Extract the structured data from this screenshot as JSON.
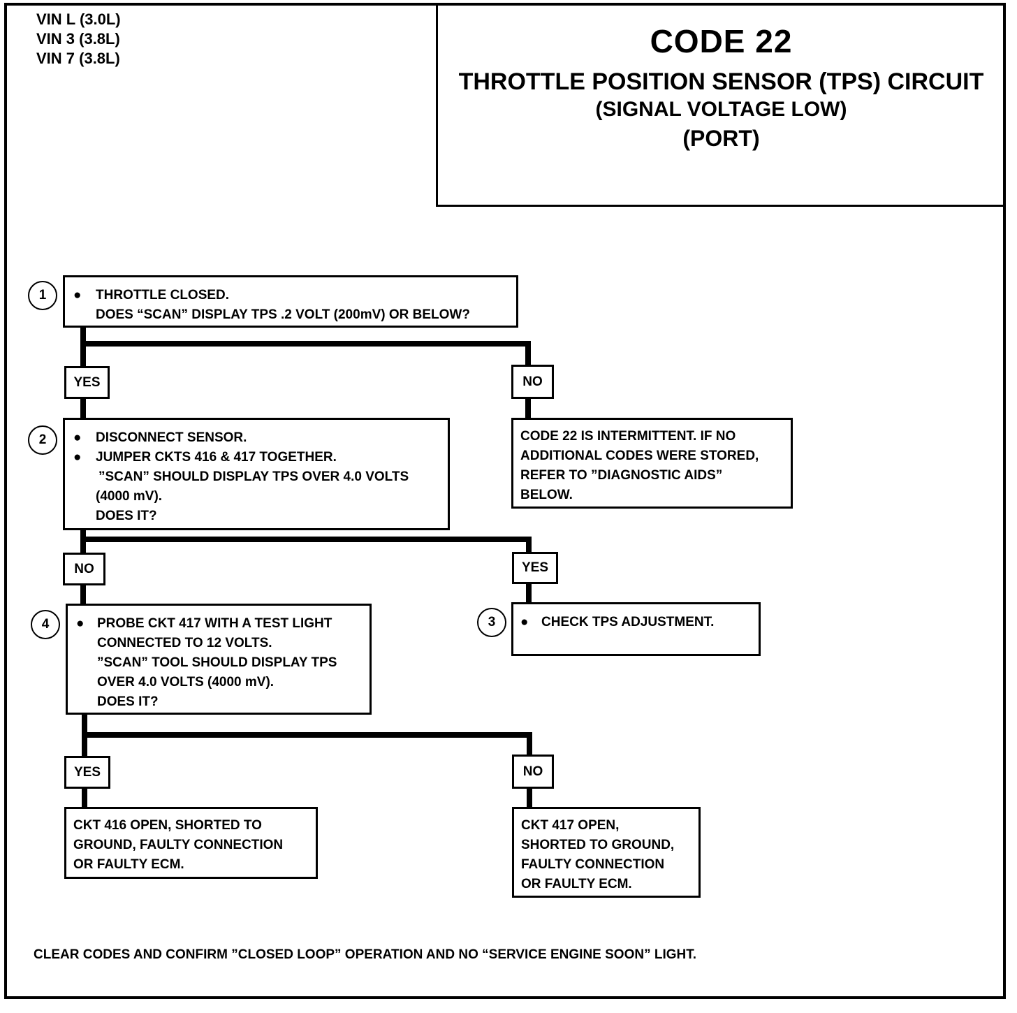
{
  "vin": [
    "VIN L (3.0L)",
    "VIN 3 (3.8L)",
    "VIN 7 (3.8L)"
  ],
  "title": {
    "code": "CODE 22",
    "main": "THROTTLE POSITION SENSOR (TPS) CIRCUIT",
    "sub": "(SIGNAL VOLTAGE LOW)",
    "port": "(PORT)"
  },
  "steps": {
    "s1": {
      "number": "1",
      "lines": [
        "THROTTLE CLOSED.",
        "DOES “SCAN” DISPLAY TPS .2 VOLT (200mV) OR BELOW?"
      ]
    },
    "s2": {
      "number": "2",
      "lines": [
        "DISCONNECT SENSOR.",
        "JUMPER CKTS 416 & 417 TOGETHER.",
        "”SCAN” SHOULD DISPLAY TPS OVER 4.0 VOLTS",
        "(4000 mV).",
        "DOES IT?"
      ]
    },
    "s3": {
      "number": "3",
      "lines": [
        "CHECK TPS ADJUSTMENT."
      ]
    },
    "s4": {
      "number": "4",
      "lines": [
        "PROBE CKT 417 WITH A TEST LIGHT",
        "CONNECTED TO 12 VOLTS.",
        "”SCAN” TOOL SHOULD DISPLAY TPS",
        "OVER  4.0 VOLTS (4000 mV).",
        "DOES IT?"
      ]
    }
  },
  "results": {
    "intermittent": [
      "CODE 22 IS INTERMITTENT.  IF NO",
      "ADDITIONAL CODES WERE STORED,",
      "REFER TO ”DIAGNOSTIC AIDS”",
      "BELOW."
    ],
    "ckt416": [
      "CKT 416 OPEN, SHORTED TO",
      "GROUND, FAULTY CONNECTION",
      "OR FAULTY ECM."
    ],
    "ckt417": [
      "CKT 417 OPEN,",
      "SHORTED TO GROUND,",
      "FAULTY CONNECTION",
      "OR FAULTY ECM."
    ]
  },
  "labels": {
    "yes1": "YES",
    "no1": "NO",
    "no2": "NO",
    "yes2": "YES",
    "yes3": "YES",
    "no3": "NO"
  },
  "footer": "CLEAR CODES AND CONFIRM ”CLOSED LOOP”  OPERATION AND NO “SERVICE ENGINE SOON” LIGHT."
}
